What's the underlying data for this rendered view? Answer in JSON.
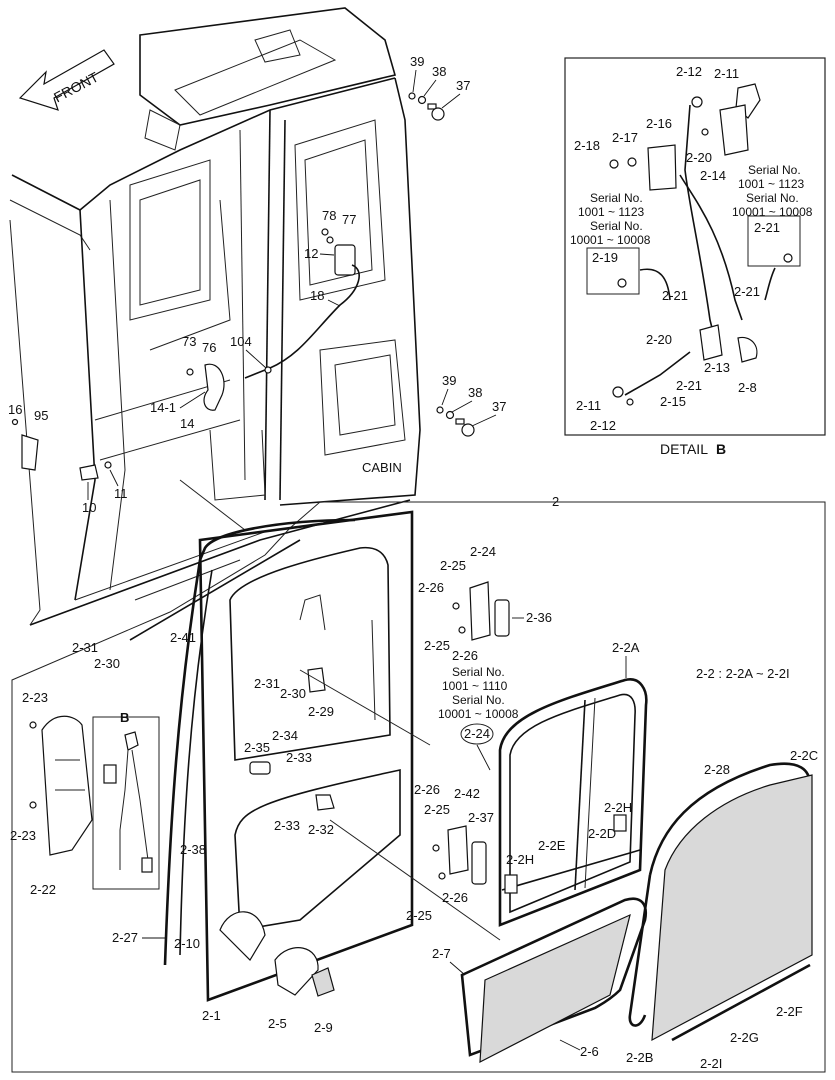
{
  "arrow": {
    "front": "FRONT"
  },
  "cabin_label": "CABIN",
  "assembly_number": "2",
  "assembly_note": "2-2 : 2-2A ~ 2-2I",
  "detail": {
    "title_prefix": "DETAIL",
    "title_letter": "B",
    "serial_left": [
      "Serial No.",
      "1001 ~ 1123",
      "Serial No.",
      "10001 ~ 10008"
    ],
    "serial_right": [
      "Serial No.",
      "1001 ~ 1123",
      "Serial No.",
      "10001 ~ 10008"
    ]
  },
  "door_serial": [
    "Serial No.",
    "1001 ~ 1110",
    "Serial No.",
    "10001 ~ 10008"
  ],
  "inset_b_label": "B",
  "callouts": {
    "c39a": "39",
    "c38a": "38",
    "c37a": "37",
    "c39b": "39",
    "c38b": "38",
    "c37b": "37",
    "c78": "78",
    "c77": "77",
    "c12": "12",
    "c18": "18",
    "c73": "73",
    "c76": "76",
    "c104": "104",
    "c14_1": "14-1",
    "c14": "14",
    "c16": "16",
    "c95": "95",
    "c10": "10",
    "c11": "11",
    "d2_12a": "2-12",
    "d2_11a": "2-11",
    "d2_16": "2-16",
    "d2_17": "2-17",
    "d2_18": "2-18",
    "d2_20a": "2-20",
    "d2_14": "2-14",
    "d2_21a": "2-21",
    "d2_19": "2-19",
    "d2_21b": "2-21",
    "d2_21c": "2-21",
    "d2_20b": "2-20",
    "d2_13": "2-13",
    "d2_21d": "2-21",
    "d2_8": "2-8",
    "d2_11b": "2-11",
    "d2_15": "2-15",
    "d2_12b": "2-12",
    "a2_24": "2-24",
    "a2_25a": "2-25",
    "a2_26a": "2-26",
    "a2_36": "2-36",
    "a2_25b": "2-25",
    "a2_26b": "2-26",
    "a2_31a": "2-31",
    "a2_30a": "2-30",
    "a2_41": "2-41",
    "a2_31b": "2-31",
    "a2_30b": "2-30",
    "a2_29": "2-29",
    "a2_2A": "2-2A",
    "a2_24c": "2-24",
    "a2_34": "2-34",
    "a2_35": "2-35",
    "a2_33a": "2-33",
    "a2_33b": "2-33",
    "a2_32": "2-32",
    "a2_23a": "2-23",
    "a2_23b": "2-23",
    "a2_22": "2-22",
    "a2_26c": "2-26",
    "a2_25c": "2-25",
    "a2_42": "2-42",
    "a2_37": "2-37",
    "a2_26d": "2-26",
    "a2_25d": "2-25",
    "a2_2H1": "2-2H",
    "a2_2D": "2-2D",
    "a2_2E": "2-2E",
    "a2_2H2": "2-2H",
    "a2_28": "2-28",
    "a2_2C": "2-2C",
    "a2_38": "2-38",
    "a2_27": "2-27",
    "a2_10": "2-10",
    "a2_7": "2-7",
    "a2_1": "2-1",
    "a2_5": "2-5",
    "a2_9": "2-9",
    "a2_6": "2-6",
    "a2_2B": "2-2B",
    "a2_2G": "2-2G",
    "a2_2F": "2-2F",
    "a2_2I": "2-2I"
  }
}
